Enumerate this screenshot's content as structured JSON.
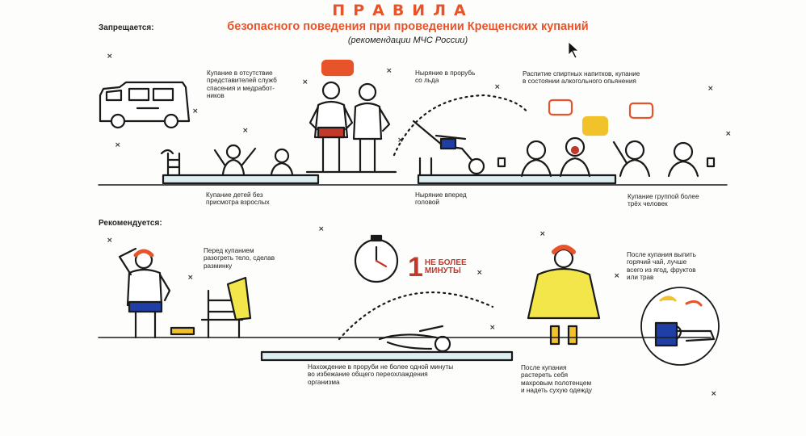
{
  "header": {
    "title": "ПРАВИЛА",
    "subtitle": "безопасного поведения при проведении Крещенских купаний",
    "note": "(рекомендации МЧС России)"
  },
  "prohibited": {
    "label": "Запрещается:",
    "items": [
      "Купание в отсутствие\nпредставителей служб\nспасения и медработ-\nников",
      "Ныряние в прорубь\nсо льда",
      "Распитие спиртных напитков, купание\nв состоянии алкогольного опьянения",
      "Купание детей без\nприсмотра взрослых",
      "Ныряние вперед\nголовой",
      "Купание группой более\nтрёх человек"
    ]
  },
  "recommended": {
    "label": "Рекомендуется:",
    "items": [
      "Перед купанием\nразогреть тело, сделав\nразминку",
      "После купания выпить\nгорячий чай, лучше\nвсего из ягод, фруктов\nили трав",
      "Нахождение в проруби не более одной минуты\nво избежание общего переохлаждения\nорганизма",
      "После купания\nрастереть себя\nмахровым полотенцем\nи надеть сухую одежду"
    ]
  },
  "timer": {
    "number": "1",
    "text": "НЕ БОЛЕЕ\nМИНУТЫ"
  },
  "colors": {
    "accent": "#e8542a",
    "water": "#dceef0",
    "yellow": "#f2e64a",
    "blue": "#1f3fa6"
  }
}
